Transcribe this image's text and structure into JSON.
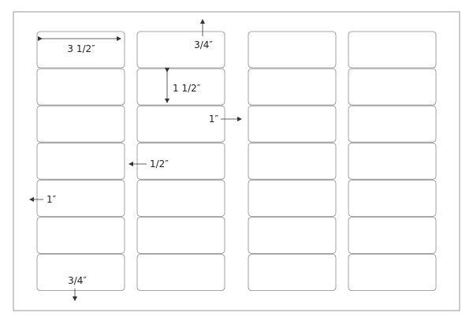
{
  "sheet": {
    "columns": 4,
    "rows": 7,
    "colors": {
      "sheet_border": "#9a9a9a",
      "label_border": "#8a8a8a",
      "arrow": "#333333",
      "text": "#222222"
    }
  },
  "dimensions": {
    "label_width": "3 1/2″",
    "top_margin": "3/4″",
    "label_height": "1 1/2″",
    "column_gap": "1″",
    "column_gap_inner": "1/2″",
    "left_margin": "1″",
    "bottom_margin": "3/4″"
  }
}
